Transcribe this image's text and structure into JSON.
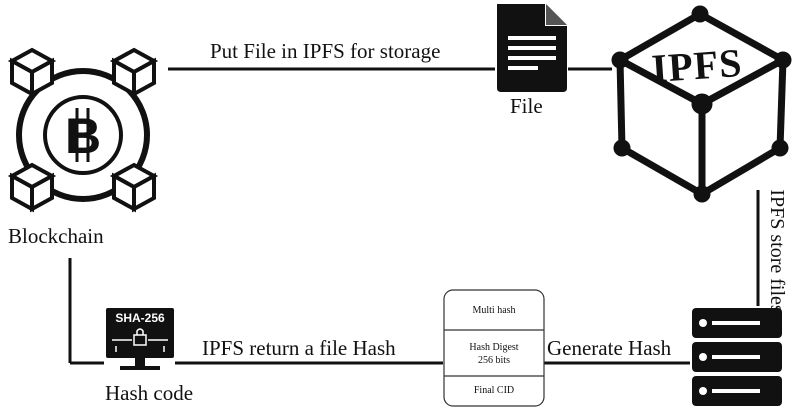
{
  "labels": {
    "put_file": "Put File in IPFS for storage",
    "file": "File",
    "ipfs": "IPFS",
    "blockchain": "Blockchain",
    "ipfs_store": "IPFS store files",
    "sha": "SHA-256",
    "return_hash": "IPFS return a file Hash",
    "hash_code": "Hash code",
    "generate_hash": "Generate Hash"
  },
  "cid_box": {
    "multi_hash": "Multi hash",
    "digest_line1": "Hash Digest",
    "digest_line2": "256 bits",
    "final_cid": "Final CID"
  },
  "colors": {
    "stroke": "#111111",
    "background": "#ffffff"
  },
  "icons": [
    "bitcoin-blockchain-icon",
    "file-icon",
    "ipfs-cube-icon",
    "server-icon",
    "sha256-monitor-icon"
  ]
}
